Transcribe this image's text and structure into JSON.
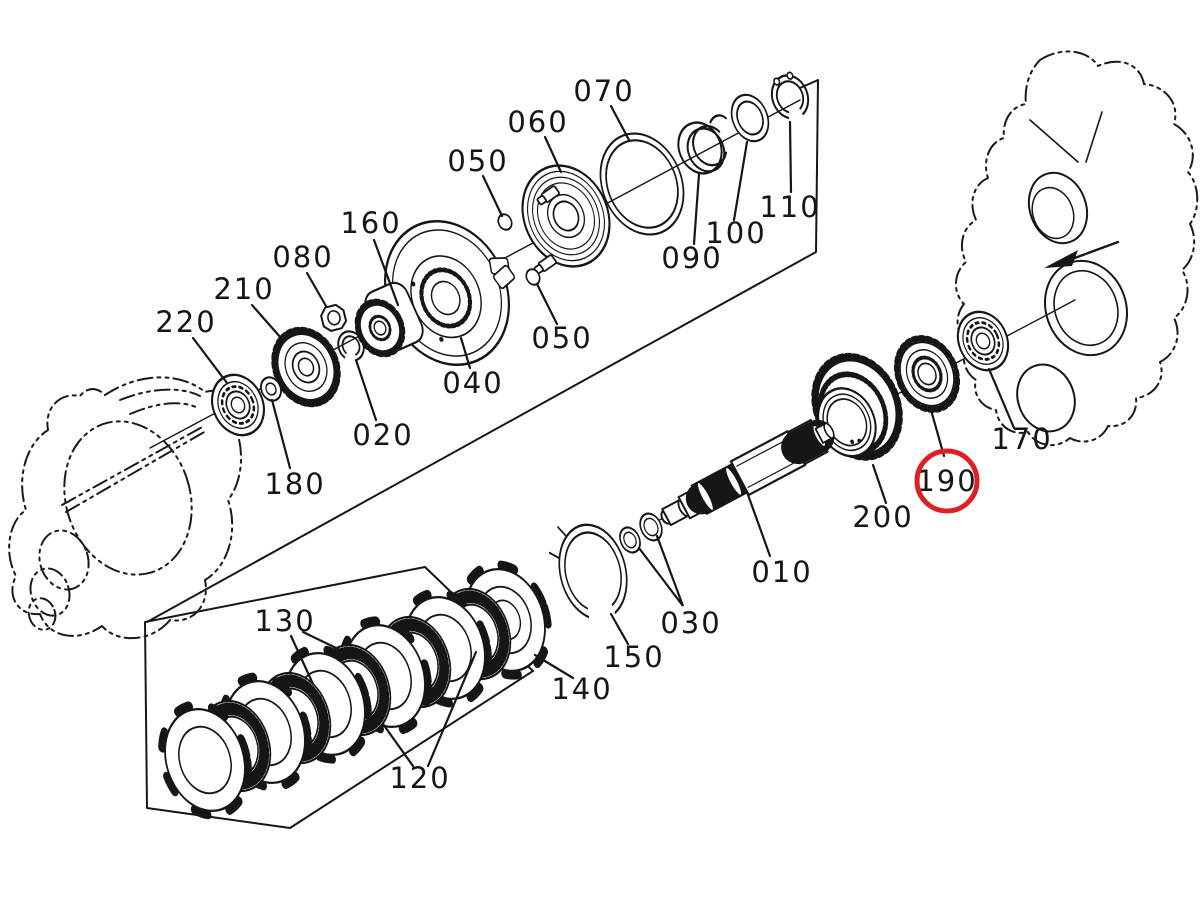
{
  "diagram": {
    "type": "exploded-parts-diagram",
    "background_color": "#ffffff",
    "line_color": "#161616",
    "highlight": {
      "part": "190",
      "color": "#de1f26"
    },
    "labels": {
      "l070": "070",
      "l060": "060",
      "l050a": "050",
      "l160": "160",
      "l080": "080",
      "l210": "210",
      "l220": "220",
      "l180": "180",
      "l020": "020",
      "l040": "040",
      "l050b": "050",
      "l090": "090",
      "l100": "100",
      "l110": "110",
      "l170": "170",
      "l190": "190",
      "l200": "200",
      "l010": "010",
      "l030": "030",
      "l150": "150",
      "l140": "140",
      "l130": "130",
      "l120": "120"
    }
  }
}
